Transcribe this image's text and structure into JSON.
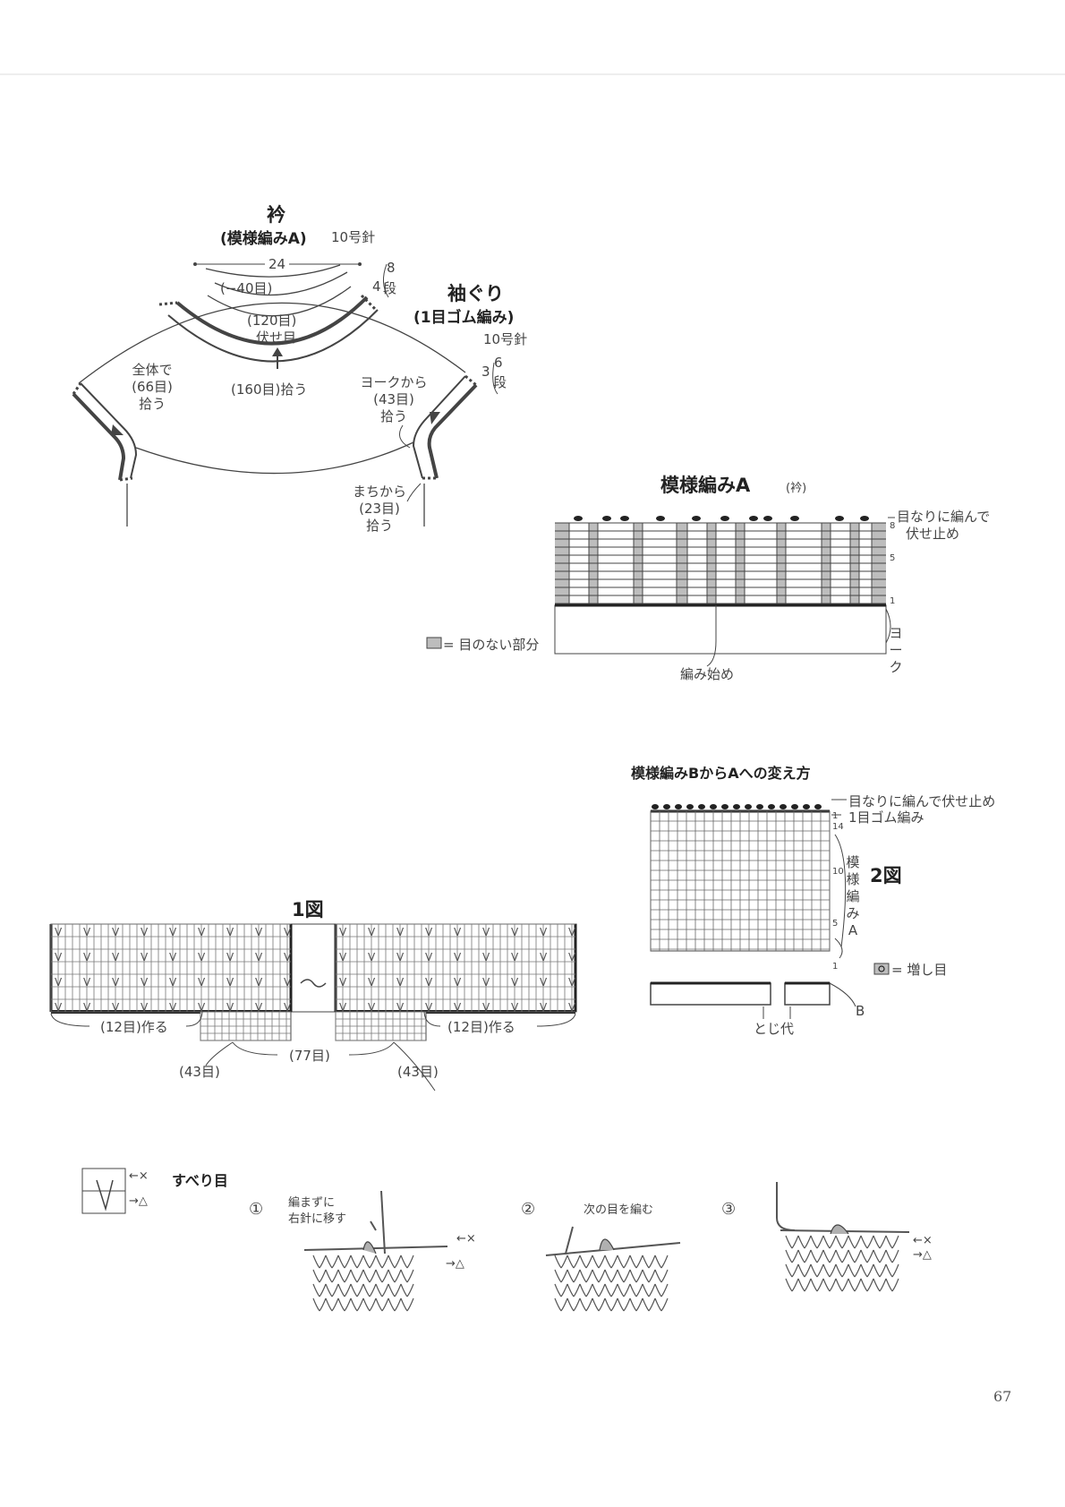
{
  "collar": {
    "title": "衿",
    "subtitle_bold": "(模様編みA)",
    "subtitle_needle": "10号針",
    "width": "24",
    "minus40": "(−40目)",
    "bind120": "(120目)",
    "bind_off": "伏せ目",
    "pickup160": "(160目)拾う",
    "rows_top": "8",
    "rows_num": "4",
    "rows_unit": "段",
    "whole_line1": "全体で",
    "whole_line2": "(66目)",
    "whole_line3": "拾う"
  },
  "armhole": {
    "title": "袖ぐり",
    "subtitle": "(1目ゴム編み)",
    "needle": "10号針",
    "rows_num": "3",
    "rows_top": "6",
    "rows_unit": "段",
    "yoke_line1": "ヨークから",
    "yoke_line2": "(43目)",
    "yoke_line3": "拾う",
    "gusset_line1": "まちから",
    "gusset_line2": "(23目)",
    "gusset_line3": "拾う"
  },
  "patternA": {
    "title": "模様編みA",
    "title_note": "(衿)",
    "note_line1": "目なりに編んで",
    "note_line2": "伏せ止め",
    "row8": "8",
    "row5": "5",
    "row1": "1",
    "legend": "= 目のない部分",
    "start": "編み始め",
    "yoke": "ヨーク"
  },
  "changeBA": {
    "title": "模様編みBからAへの変え方",
    "note_line1": "目なりに編んで伏せ止め",
    "note_line2": "1目ゴム編み",
    "row1a": "1",
    "row14": "14",
    "row10": "10",
    "row5": "5",
    "row1b": "1",
    "pattern_label": "模様編みA",
    "fig_label": "2図",
    "increase": "= 増し目",
    "seam": "とじ代",
    "b_label": "B"
  },
  "fig1": {
    "title": "1図",
    "cast_left": "(12目)作る",
    "cast_right": "(12目)作る",
    "total": "(77目)",
    "left_count": "(43目)",
    "right_count": "(43目)"
  },
  "slip": {
    "label": "すべり目",
    "arrow_x": "←×",
    "arrow_tri": "→△",
    "step1": "①",
    "step1_text1": "編まずに",
    "step1_text2": "右針に移す",
    "step2": "②",
    "step2_text": "次の目を編む",
    "step3": "③"
  },
  "page_number": "67",
  "colors": {
    "line": "#444444",
    "shade": "#bdbdbd",
    "ink": "#222222"
  }
}
